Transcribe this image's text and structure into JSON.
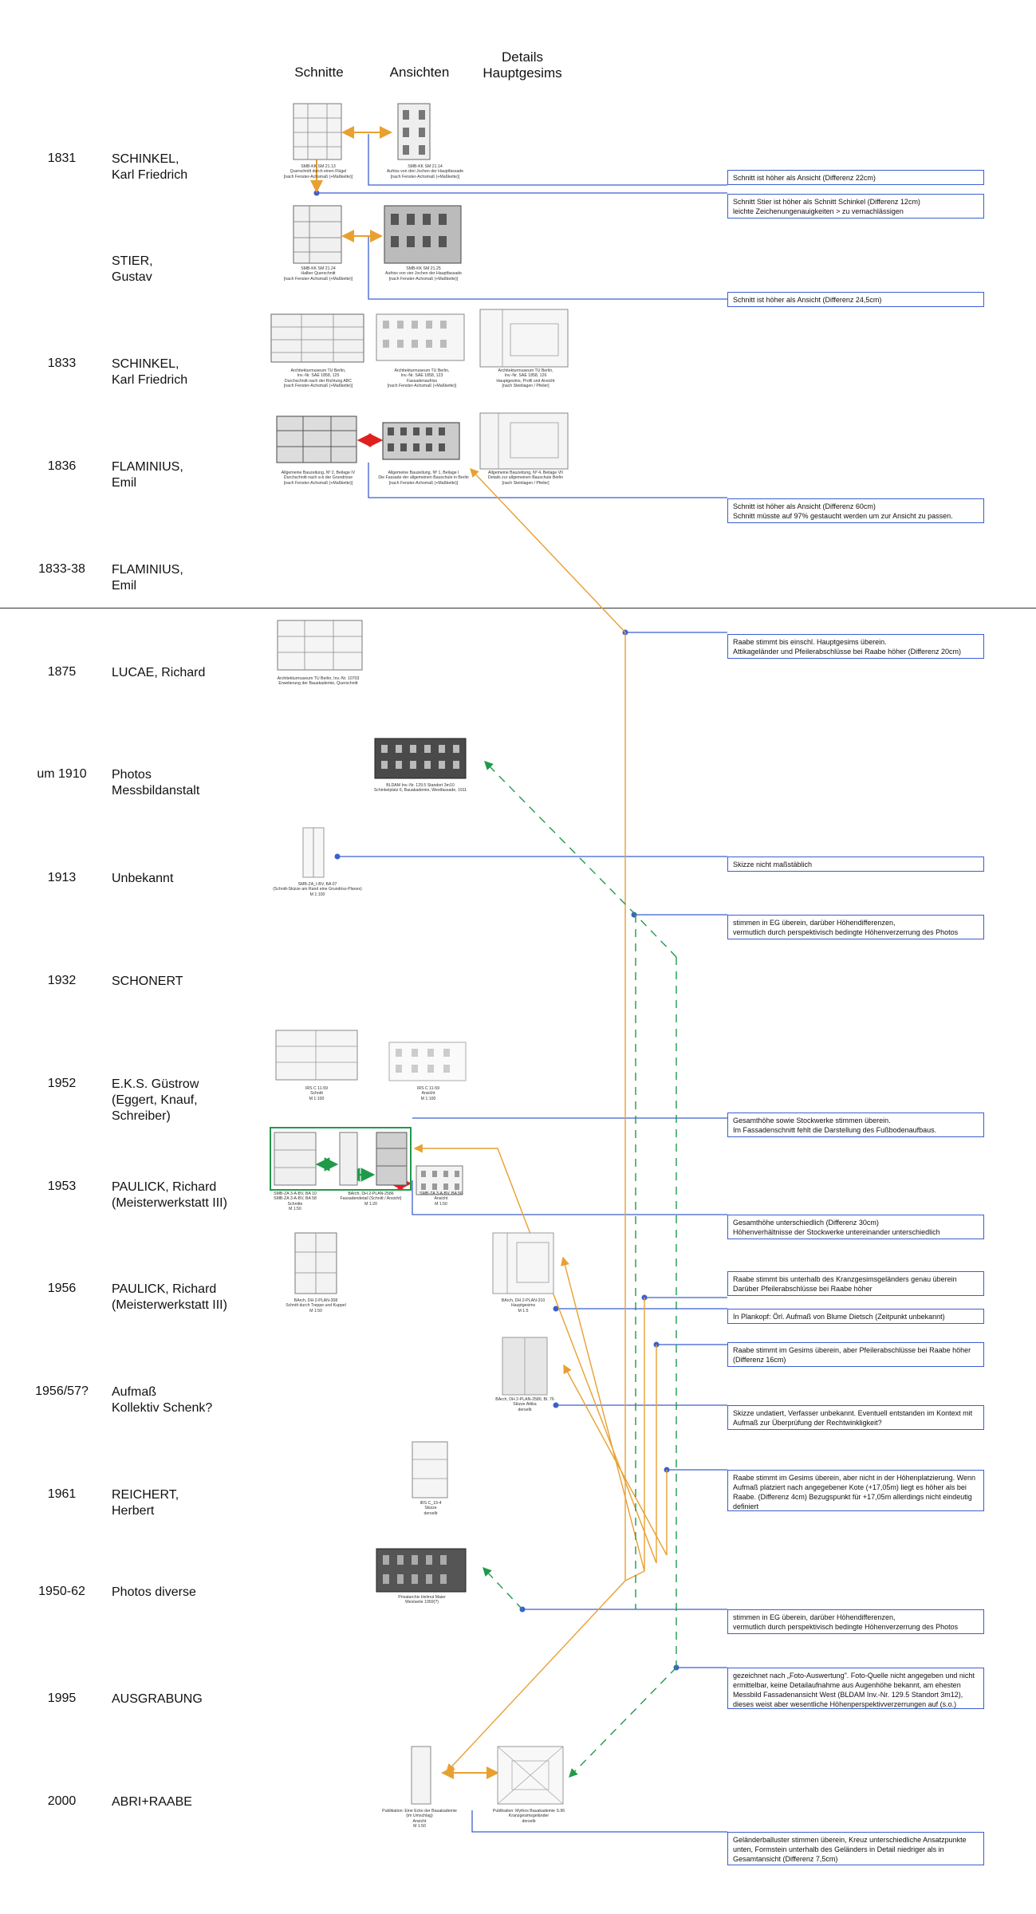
{
  "header": {
    "col_schnitte": "Schnitte",
    "col_ansichten": "Ansichten",
    "col_details": "Details\nHauptgesims"
  },
  "rows": [
    {
      "year": "1831",
      "name": "SCHINKEL,\nKarl Friedrich"
    },
    {
      "year": "",
      "name": "STIER,\nGustav"
    },
    {
      "year": "1833",
      "name": "SCHINKEL,\nKarl Friedrich"
    },
    {
      "year": "1836",
      "name": "FLAMINIUS,\nEmil"
    },
    {
      "year": "1833-38",
      "name": "FLAMINIUS,\nEmil"
    },
    {
      "year": "1875",
      "name": "LUCAE, Richard"
    },
    {
      "year": "um 1910",
      "name": "Photos\nMessbildanstalt"
    },
    {
      "year": "1913",
      "name": "Unbekannt"
    },
    {
      "year": "1932",
      "name": "SCHONERT"
    },
    {
      "year": "1952",
      "name": "E.K.S. Güstrow\n(Eggert, Knauf,\nSchreiber)"
    },
    {
      "year": "1953",
      "name": "PAULICK, Richard\n(Meisterwerkstatt III)"
    },
    {
      "year": "1956",
      "name": "PAULICK, Richard\n(Meisterwerkstatt III)"
    },
    {
      "year": "1956/57?",
      "name": "Aufmaß\nKollektiv Schenk?"
    },
    {
      "year": "1961",
      "name": "REICHERT,\nHerbert"
    },
    {
      "year": "1950-62",
      "name": "Photos diverse"
    },
    {
      "year": "1995",
      "name": "AUSGRABUNG"
    },
    {
      "year": "2000",
      "name": "ABRI+RAABE"
    }
  ],
  "notes": [
    "Schnitt ist höher als Ansicht (Differenz 22cm)",
    "Schnitt Stier ist höher als Schnitt Schinkel (Differenz 12cm)\nleichte Zeichenungenauigkeiten > zu vernachlässigen",
    "Schnitt ist höher als Ansicht (Differenz 24,5cm)",
    "Schnitt ist höher als Ansicht (Differenz 60cm)\nSchnitt müsste auf 97% gestaucht werden um zur Ansicht zu passen.",
    "Raabe stimmt bis einschl. Hauptgesims überein.\nAttikageländer und Pfeilerabschlüsse bei Raabe höher (Differenz 20cm)",
    "Skizze nicht maßstäblich",
    "stimmen in EG überein, darüber Höhendifferenzen,\nvermutlich durch perspektivisch bedingte Höhenverzerrung des Photos",
    "Gesamthöhe sowie Stockwerke stimmen überein.\nIm Fassadenschnitt fehlt die Darstellung des Fußbodenaufbaus.",
    "Gesamthöhe unterschiedlich (Differenz 30cm)\nHöhenverhältnisse der Stockwerke untereinander unterschiedlich",
    "Raabe stimmt bis unterhalb des Kranzgesimsgeländers genau überein\nDarüber Pfeilerabschlüsse bei Raabe höher",
    "In Plankopf: Örl. Aufmaß von Blume Dietsch (Zeitpunkt unbekannt)",
    "Raabe stimmt im Gesims überein, aber Pfeilerabschlüsse bei Raabe höher\n(Differenz 16cm)",
    "Skizze undatiert, Verfasser unbekannt. Eventuell entstanden im Kontext mit Aufmaß zur Überprüfung der Rechtwinkligkeit?",
    "Raabe stimmt im Gesims überein, aber nicht in der Höhenplatzierung. Wenn Aufmaß platziert nach angegebener Kote (+17,05m) liegt es höher als bei Raabe. (Differenz 4cm) Bezugspunkt für +17,05m allerdings nicht eindeutig definiert",
    "stimmen in EG überein, darüber Höhendifferenzen,\nvermutlich durch perspektivisch bedingte Höhenverzerrung des Photos",
    "gezeichnet nach „Foto-Auswertung\". Foto-Quelle nicht angegeben und nicht ermittelbar, keine Detailaufnahme aus Augenhöhe bekannt, am ehesten Messbild Fassadenansicht West (BLDAM Inv.-Nr. 129.5 Standort 3m12), dieses weist aber wesentliche Höhenperspektivverzerrungen auf (s.o.)",
    "Geländerballuster stimmen überein, Kreuz unterschiedliche Ansatzpunkte unten, Formstein unterhalb des Geländers in Detail niedriger als in Gesamtansicht (Differenz 7,5cm)"
  ],
  "captions": [
    "SMB-KK SM 21.13\nQuerschnitt durch einen Flügel\n[nach Fenster-Achsmaß (+Maßkette)]",
    "SMB-KK SM 21.14\nAufriss von drei Jochen der Hauptfassade\n[nach Fenster-Achsmaß (+Maßkette)]",
    "SMB-KK SM 21.24\nHalber Querschnitt\n[nach Fenster-Achsmaß (+Maßkette)]",
    "SMB-KK SM 21.25\nAufriss von vier Jochen der Hauptfassade\n[nach Fenster-Achsmaß (+Maßkette)]",
    "Architekturmuseum TU Berlin,\nInv.-Nr. SAE 1858, 125\nDurchschnitt nach der Richtung ABC\n[nach Fenster-Achsmaß (+Maßkette)]",
    "Architekturmuseum TU Berlin,\nInv.-Nr. SAE 1858, 123\nFassadenaufriss\n[nach Fenster-Achsmaß (+Maßkette)]",
    "Architekturmuseum TU Berlin,\nInv.-Nr. SAE 1858, 126\nHauptgesims, Profil und Ansicht\n[nach Steinlagen / Pfeiler]",
    "Allgemeine Bauzeitung, Nº 2, Beilage IV\nDurchschnitt nach a-b der Grundrisse\n[nach Fenster-Achsmaß (+Maßkette)]",
    "Allgemeine Bauzeitung, Nº 1, Beilage I\nDie Fassade der allgemeinen Bauschule in Berlin\n[nach Fenster-Achsmaß (+Maßkette)]",
    "Allgemeine Bauzeitung, Nº 4, Beilage VII\nDetails zur allgemeinen Bauschule Berlin\n[nach Steinlagen / Pfeiler]",
    "Architekturmuseum TU Berlin, Inv.-Nr. 10703\nErweiterung der Bauakademie, Querschnitt",
    "BLDAM Inv.-Nr. 129.5 Standort 3m10\nSchinkelplatz 6, Bauakademie, Westfassade, 1911",
    "SMB-ZA_I-BV, BA 07\n(Schnitt-Skizze am Rand eine Grundriss-Planes)\nM 1:100",
    "IRS C 11-59\nSchnitt\nM 1:100",
    "IRS C 11-59\nAnsicht\nM 1:100",
    "SMB-ZA 3-A-BV, BA 10\nSMB-ZA 3-A-BV, BA 58\nSchnitte\nM 1:50",
    "BArch, DH 2-PLAN-2586\nFassadendetail (Schnitt / Ansicht)\nM 1:20",
    "SMB-ZA 3-A-BV, BA 56\nAnsicht\nM 1:50",
    "BArch, DH 2-PLAN-308\nSchnitt durch Treppe und Kuppel\nM 1:50",
    "BArch, DH 2-PLAN-310\nHauptgesims\nM 1:5",
    "BArch, DH 2-PLAN-2580, Bl. 76\nSkizze Attika\nderselb",
    "IRS C_19-4\nSkizze\nderselb",
    "Privatarchiv Helmut Maier\nWestseite 1959(?)",
    "Publikation: Eine Ecke der Bauakademie\n(im Umschlag)\nAnsicht\nM 1:50",
    "Publikation: Mythos Bauakademie S.96\nKranzgesimsgeländer\nderselb"
  ],
  "icons": [
    "orange-arrow-icon",
    "red-arrow-icon",
    "green-arrow-icon",
    "blue-connector-dot-icon"
  ],
  "colors": {
    "connector_blue": "#3b5fcf",
    "orange": "#e8a030",
    "red": "#e0201e",
    "green": "#1f9a4a"
  }
}
